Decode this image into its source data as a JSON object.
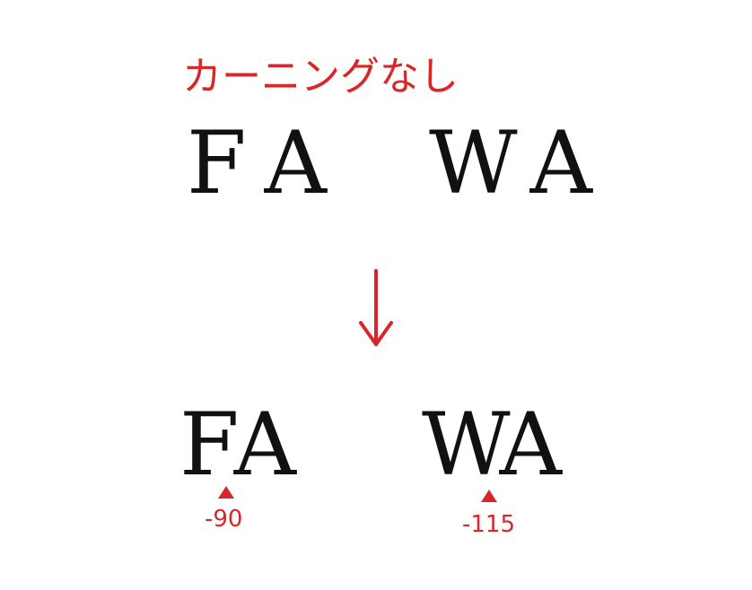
{
  "caption": "カーニングなし",
  "colors": {
    "accent": "#d7272a",
    "text": "#111111",
    "background": "#ffffff"
  },
  "before": {
    "pair_fa": [
      "F",
      "A"
    ],
    "pair_wa": [
      "W",
      "A"
    ]
  },
  "after": {
    "pair_fa": [
      "F",
      "A"
    ],
    "pair_wa": [
      "W",
      "A"
    ],
    "kern_fa": "-90",
    "kern_wa": "-115"
  },
  "icons": {
    "arrow": "down-arrow-icon",
    "marker": "triangle-up-icon"
  }
}
